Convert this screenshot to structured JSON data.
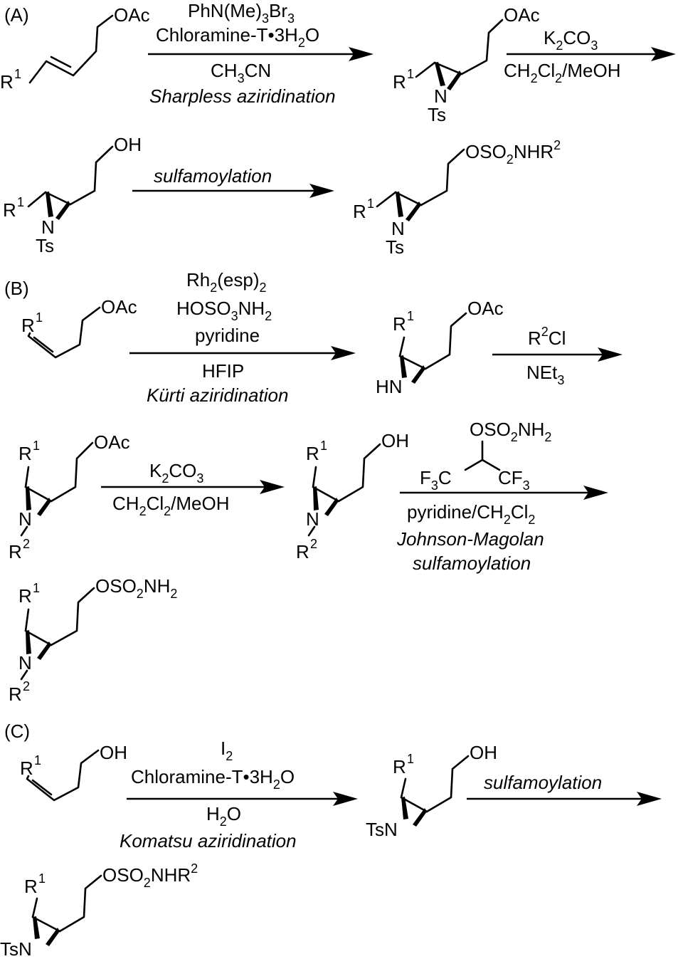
{
  "sections": [
    {
      "label": "(A)"
    },
    {
      "label": "(B)"
    },
    {
      "label": "(C)"
    }
  ],
  "substituents": {
    "r1": "R",
    "r1_sup": "1",
    "r2": "R",
    "r2_sup": "2",
    "ts": "Ts",
    "n": "N",
    "hn": "HN",
    "tsn": "TsN",
    "oac": "OAc",
    "oh": "OH"
  },
  "scheme_a": {
    "reagents_step1": [
      "PhN(Me)",
      "3",
      "Br",
      "3",
      "Chloramine-T•3H",
      "2",
      "O",
      "CH",
      "3",
      "CN"
    ],
    "step1_name": "Sharpless aziridination",
    "step2_top": [
      "K",
      "2",
      "CO",
      "3"
    ],
    "step2_bottom": [
      "CH",
      "2",
      "Cl",
      "2",
      "/MeOH"
    ],
    "step3_name": "sulfamoylation",
    "product_group": [
      "OSO",
      "2",
      "NHR",
      "2"
    ]
  },
  "scheme_b": {
    "reagents_step1": [
      "Rh",
      "2",
      "(esp)",
      "2",
      "HOSO",
      "3",
      "NH",
      "2",
      "pyridine",
      "HFIP"
    ],
    "step1_name": "Kürti aziridination",
    "step2_top": [
      "R",
      "2",
      "Cl"
    ],
    "step2_bottom": [
      "NEt",
      "3"
    ],
    "step3_top": [
      "K",
      "2",
      "CO",
      "3"
    ],
    "step3_bottom": [
      "CH",
      "2",
      "Cl",
      "2",
      "/MeOH"
    ],
    "reagent_struct": [
      "OSO",
      "2",
      "NH",
      "2",
      "F",
      "3",
      "C",
      "CF",
      "3"
    ],
    "step4_below": [
      "pyridine/CH",
      "2",
      "Cl",
      "2"
    ],
    "step4_name_line1": "Johnson-Magolan",
    "step4_name_line2": "sulfamoylation",
    "product_group": [
      "OSO",
      "2",
      "NH",
      "2"
    ]
  },
  "scheme_c": {
    "reagents_step1": [
      "I",
      "2",
      "Chloramine-T•3H",
      "2",
      "O",
      "H",
      "2",
      "O"
    ],
    "step1_name": "Komatsu aziridination",
    "step2_name": "sulfamoylation",
    "product_group": [
      "OSO",
      "2",
      "NHR",
      "2"
    ]
  }
}
